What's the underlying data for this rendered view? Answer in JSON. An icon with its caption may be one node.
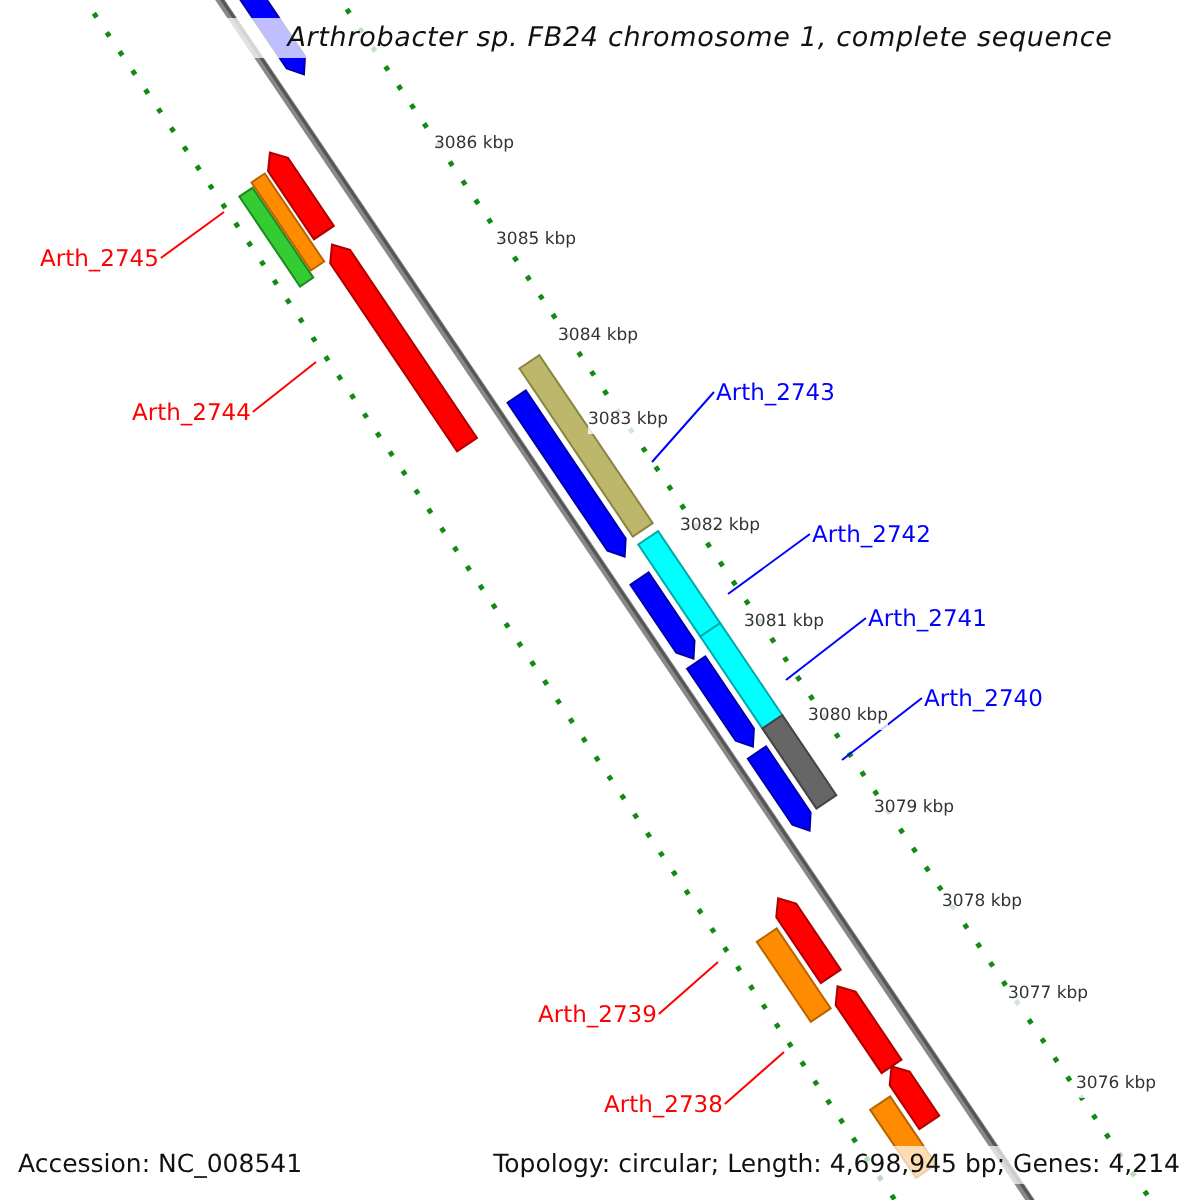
{
  "diagram": {
    "title": "Arthrobacter sp. FB24 chromosome 1, complete sequence",
    "nodes": [
      {
        "text": [
          "Arth_2745"
        ]
      },
      {
        "text": [
          "Arth_2744"
        ]
      },
      {
        "text": [
          "Arth_2743"
        ]
      },
      {
        "text": [
          "Arth_2742"
        ]
      },
      {
        "text": [
          "Arth_2741"
        ]
      },
      {
        "text": [
          "Arth_2740"
        ]
      },
      {
        "text": [
          "Arth_2739"
        ]
      },
      {
        "text": [
          "Arth_2738"
        ]
      }
    ],
    "edges": [
      {
        "from": 0,
        "to": null,
        "arrow": "none",
        "color": "#ff0000"
      },
      {
        "from": 1,
        "to": null,
        "arrow": "none",
        "color": "#ff0000"
      },
      {
        "from": 2,
        "to": null,
        "arrow": "none",
        "color": "#0000ff"
      },
      {
        "from": 3,
        "to": null,
        "arrow": "none",
        "color": "#0000ff"
      },
      {
        "from": 4,
        "to": null,
        "arrow": "none",
        "color": "#0000ff"
      },
      {
        "from": 5,
        "to": null,
        "arrow": "none",
        "color": "#0000ff"
      },
      {
        "from": 6,
        "to": null,
        "arrow": "none",
        "color": "#ff0000"
      },
      {
        "from": 7,
        "to": null,
        "arrow": "none",
        "color": "#ff0000"
      }
    ],
    "labels": [
      "3086 kbp",
      "3085 kbp",
      "3084 kbp",
      "3083 kbp",
      "3082 kbp",
      "3081 kbp",
      "3080 kbp",
      "3079 kbp",
      "3078 kbp",
      "3077 kbp",
      "3076 kbp",
      "Accession: NC_008541",
      "Topology: circular; Length: 4,698,945 bp; Genes: 4,214"
    ]
  }
}
